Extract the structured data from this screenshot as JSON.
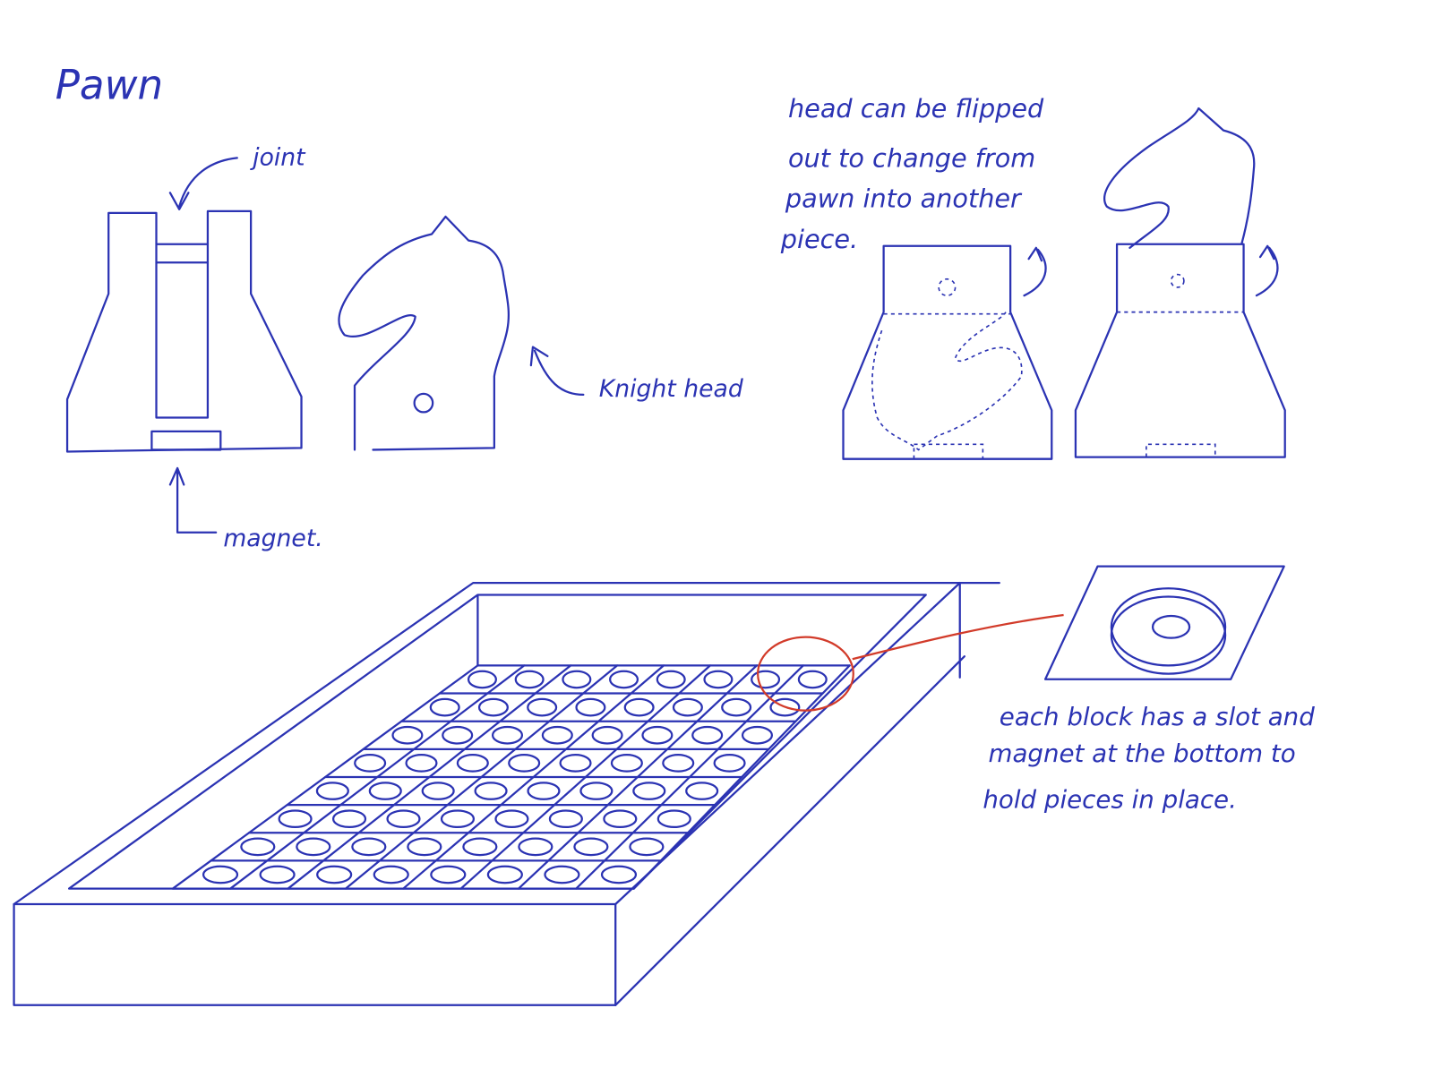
{
  "title": "Pawn",
  "labels": {
    "joint": "joint",
    "magnet": "magnet.",
    "knight_head": "Knight head"
  },
  "flip_note": [
    "head can be flipped",
    "out to change from",
    "pawn into another",
    "piece."
  ],
  "board_note": [
    "each block has a slot and",
    "magnet at the bottom to",
    "hold pieces in place."
  ],
  "board": {
    "rows": 8,
    "cols": 8
  },
  "colors": {
    "ink": "#2b33b3",
    "highlight": "#d23b2a"
  }
}
